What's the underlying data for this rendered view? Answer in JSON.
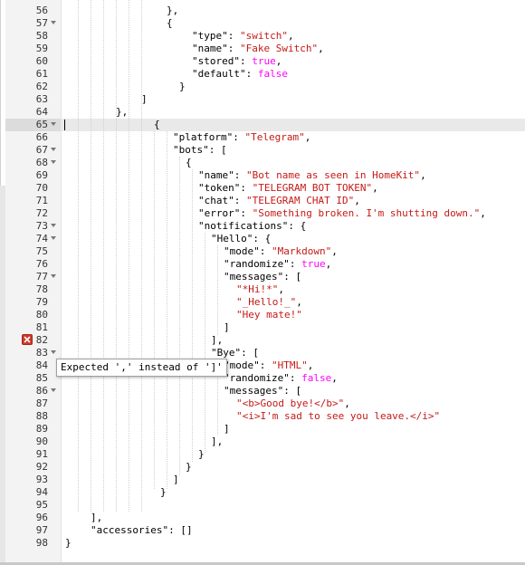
{
  "gutter": {
    "line_numbers": [
      "56",
      "57",
      "58",
      "59",
      "60",
      "61",
      "62",
      "63",
      "64",
      "65",
      "66",
      "67",
      "68",
      "69",
      "70",
      "71",
      "72",
      "73",
      "74",
      "75",
      "76",
      "77",
      "78",
      "79",
      "80",
      "81",
      "82",
      "83",
      "84",
      "85",
      "86",
      "87",
      "88",
      "89",
      "90",
      "91",
      "92",
      "93",
      "94",
      "95",
      "96",
      "97",
      "98"
    ],
    "fold_lines": [
      "57",
      "65",
      "67",
      "68",
      "73",
      "74",
      "77",
      "83",
      "86"
    ],
    "error_line": "82",
    "active_line": "65"
  },
  "code": {
    "lines": [
      [
        {
          "t": "p",
          "v": "},"
        }
      ],
      [
        {
          "t": "p",
          "v": "{"
        }
      ],
      [
        {
          "t": "k",
          "v": "\"type\""
        },
        {
          "t": "p",
          "v": ": "
        },
        {
          "t": "s",
          "v": "\"switch\""
        },
        {
          "t": "p",
          "v": ","
        }
      ],
      [
        {
          "t": "k",
          "v": "\"name\""
        },
        {
          "t": "p",
          "v": ": "
        },
        {
          "t": "s",
          "v": "\"Fake Switch\""
        },
        {
          "t": "p",
          "v": ","
        }
      ],
      [
        {
          "t": "k",
          "v": "\"stored\""
        },
        {
          "t": "p",
          "v": ": "
        },
        {
          "t": "c",
          "v": "true"
        },
        {
          "t": "p",
          "v": ","
        }
      ],
      [
        {
          "t": "k",
          "v": "\"default\""
        },
        {
          "t": "p",
          "v": ": "
        },
        {
          "t": "c",
          "v": "false"
        }
      ],
      [
        {
          "t": "p",
          "v": "}"
        }
      ],
      [
        {
          "t": "p",
          "v": "]"
        }
      ],
      [
        {
          "t": "p",
          "v": "},"
        }
      ],
      [
        {
          "t": "p",
          "v": "{"
        }
      ],
      [
        {
          "t": "k",
          "v": "\"platform\""
        },
        {
          "t": "p",
          "v": ": "
        },
        {
          "t": "s",
          "v": "\"Telegram\""
        },
        {
          "t": "p",
          "v": ","
        }
      ],
      [
        {
          "t": "k",
          "v": "\"bots\""
        },
        {
          "t": "p",
          "v": ": ["
        }
      ],
      [
        {
          "t": "p",
          "v": "{"
        }
      ],
      [
        {
          "t": "k",
          "v": "\"name\""
        },
        {
          "t": "p",
          "v": ": "
        },
        {
          "t": "s",
          "v": "\"Bot name as seen in HomeKit\""
        },
        {
          "t": "p",
          "v": ","
        }
      ],
      [
        {
          "t": "k",
          "v": "\"token\""
        },
        {
          "t": "p",
          "v": ": "
        },
        {
          "t": "s",
          "v": "\"TELEGRAM BOT TOKEN\""
        },
        {
          "t": "p",
          "v": ","
        }
      ],
      [
        {
          "t": "k",
          "v": "\"chat\""
        },
        {
          "t": "p",
          "v": ": "
        },
        {
          "t": "s",
          "v": "\"TELEGRAM CHAT ID\""
        },
        {
          "t": "p",
          "v": ","
        }
      ],
      [
        {
          "t": "k",
          "v": "\"error\""
        },
        {
          "t": "p",
          "v": ": "
        },
        {
          "t": "s",
          "v": "\"Something broken. I'm shutting down.\""
        },
        {
          "t": "p",
          "v": ","
        }
      ],
      [
        {
          "t": "k",
          "v": "\"notifications\""
        },
        {
          "t": "p",
          "v": ": {"
        }
      ],
      [
        {
          "t": "k",
          "v": "\"Hello\""
        },
        {
          "t": "p",
          "v": ": {"
        }
      ],
      [
        {
          "t": "k",
          "v": "\"mode\""
        },
        {
          "t": "p",
          "v": ": "
        },
        {
          "t": "s",
          "v": "\"Markdown\""
        },
        {
          "t": "p",
          "v": ","
        }
      ],
      [
        {
          "t": "k",
          "v": "\"randomize\""
        },
        {
          "t": "p",
          "v": ": "
        },
        {
          "t": "c",
          "v": "true"
        },
        {
          "t": "p",
          "v": ","
        }
      ],
      [
        {
          "t": "k",
          "v": "\"messages\""
        },
        {
          "t": "p",
          "v": ": ["
        }
      ],
      [
        {
          "t": "s",
          "v": "\"*Hi!*\""
        },
        {
          "t": "p",
          "v": ","
        }
      ],
      [
        {
          "t": "s",
          "v": "\"_Hello!_\""
        },
        {
          "t": "p",
          "v": ","
        }
      ],
      [
        {
          "t": "s",
          "v": "\"Hey mate!\""
        }
      ],
      [
        {
          "t": "p",
          "v": "]"
        }
      ],
      [
        {
          "t": "p",
          "v": "],"
        }
      ],
      [
        {
          "t": "k",
          "v": "\"Bye\""
        },
        {
          "t": "p",
          "v": ": ["
        }
      ],
      [
        {
          "t": "k",
          "v": "\"mode\""
        },
        {
          "t": "p",
          "v": ": "
        },
        {
          "t": "s",
          "v": "\"HTML\""
        },
        {
          "t": "p",
          "v": ","
        }
      ],
      [
        {
          "t": "k",
          "v": "\"randomize\""
        },
        {
          "t": "p",
          "v": ": "
        },
        {
          "t": "c",
          "v": "false"
        },
        {
          "t": "p",
          "v": ","
        }
      ],
      [
        {
          "t": "k",
          "v": "\"messages\""
        },
        {
          "t": "p",
          "v": ": ["
        }
      ],
      [
        {
          "t": "s",
          "v": "\"<b>Good bye!</b>\""
        },
        {
          "t": "p",
          "v": ","
        }
      ],
      [
        {
          "t": "s",
          "v": "\"<i>I'm sad to see you leave.</i>\""
        }
      ],
      [
        {
          "t": "p",
          "v": "]"
        }
      ],
      [
        {
          "t": "p",
          "v": "],"
        }
      ],
      [
        {
          "t": "p",
          "v": "}"
        }
      ],
      [
        {
          "t": "p",
          "v": "}"
        }
      ],
      [
        {
          "t": "p",
          "v": "]"
        }
      ],
      [
        {
          "t": "p",
          "v": "}"
        }
      ],
      [],
      [
        {
          "t": "p",
          "v": "],"
        }
      ],
      [
        {
          "t": "k",
          "v": "\"accessories\""
        },
        {
          "t": "p",
          "v": ": []"
        }
      ],
      [
        {
          "t": "p",
          "v": "}"
        }
      ]
    ]
  },
  "tooltip": {
    "text": "Expected ',' instead of ']'"
  },
  "icons": {
    "error": "error-x-icon",
    "fold": "fold-arrow-icon"
  },
  "colors": {
    "key": "#000000",
    "string": "#c41a16",
    "constant": "#ff00ff",
    "error": "#cf3a2b"
  }
}
